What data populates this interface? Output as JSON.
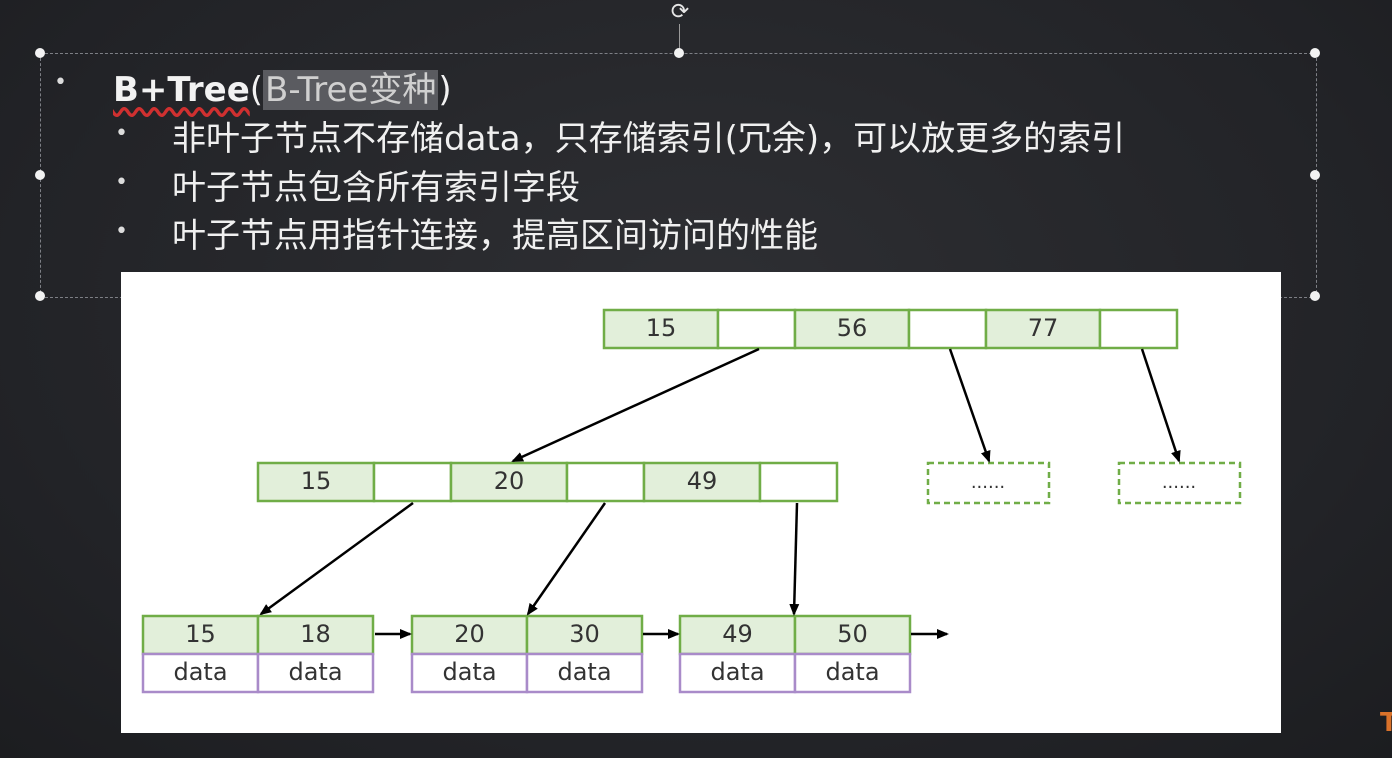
{
  "slide": {
    "title": "B+Tree",
    "title_paren_open": "(",
    "title_highlight": "B-Tree变种",
    "title_paren_close": ")",
    "bullets": [
      "非叶子节点不存储data，只存储索引(冗余)，可以放更多的索引",
      "叶子节点包含所有索引字段",
      "叶子节点用指针连接，提高区间访问的性能"
    ],
    "bullet_glyph": "•",
    "rotate_glyph": "⟳"
  },
  "diagram": {
    "colors": {
      "key_fill": "#e2efda",
      "key_border": "#70ad47",
      "data_fill": "#ffffff",
      "data_border": "#a98bc9",
      "arrow": "#000000"
    },
    "root": [
      "15",
      "56",
      "77"
    ],
    "internal": [
      "15",
      "20",
      "49"
    ],
    "collapsed_placeholder": [
      "......",
      "......"
    ],
    "leaves": [
      {
        "keys": [
          "15",
          "18"
        ],
        "data": [
          "data",
          "data"
        ]
      },
      {
        "keys": [
          "20",
          "30"
        ],
        "data": [
          "data",
          "data"
        ]
      },
      {
        "keys": [
          "49",
          "50"
        ],
        "data": [
          "data",
          "data"
        ]
      }
    ]
  },
  "watermark": "T"
}
